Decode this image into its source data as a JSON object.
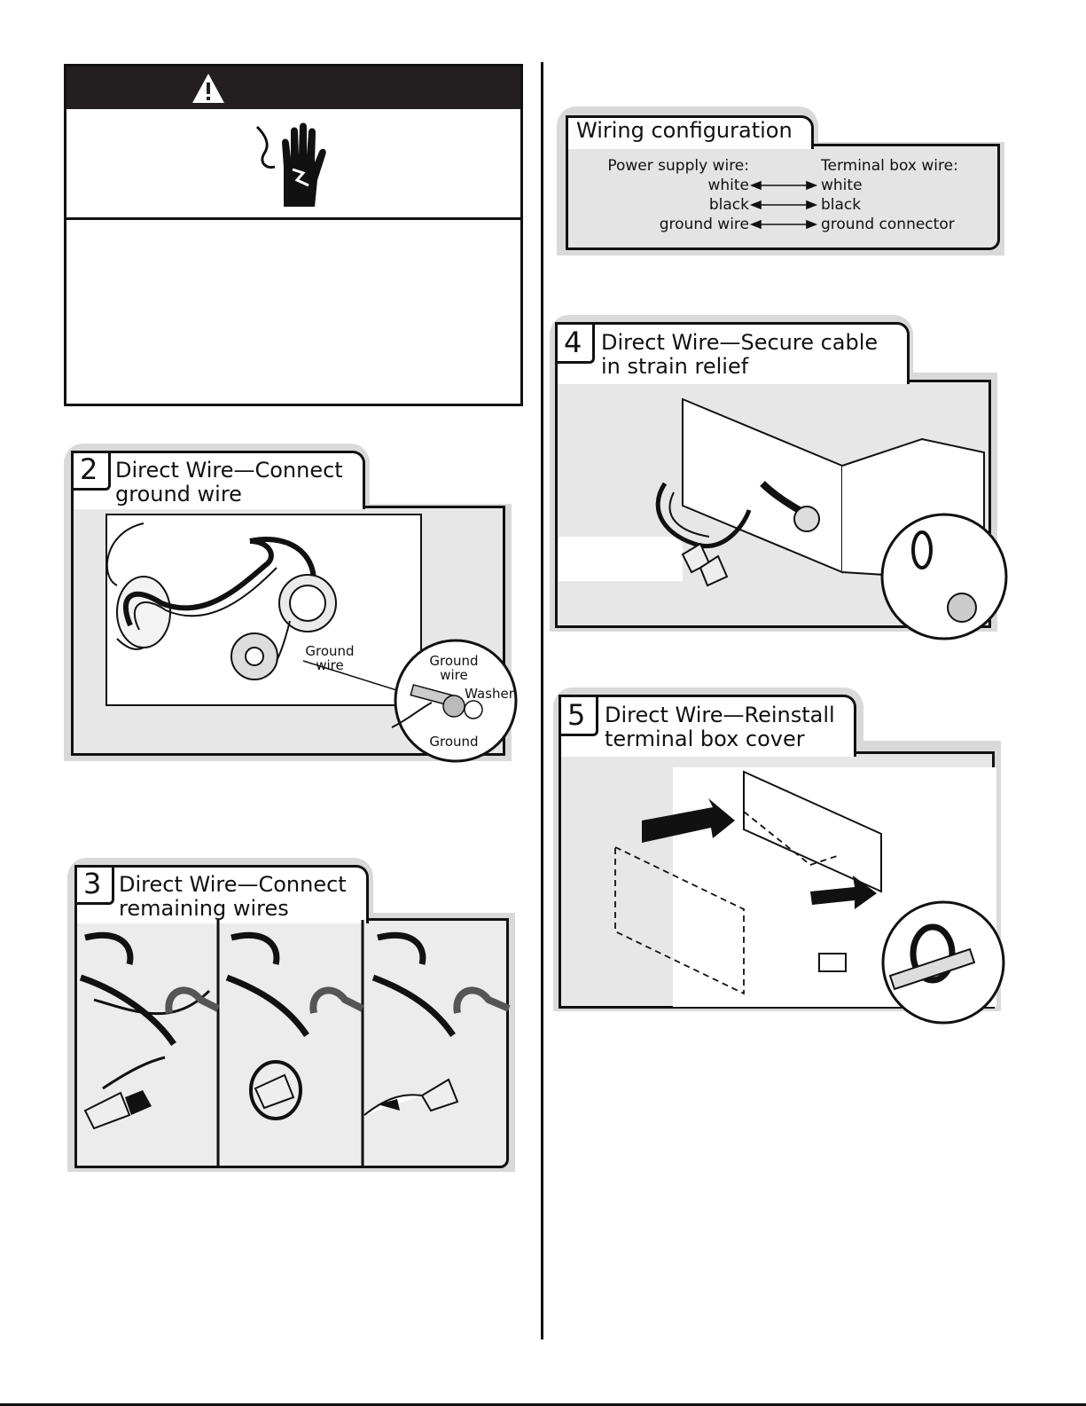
{
  "warning": {
    "icon": "warning-triangle-icon",
    "hazard_icon": "electric-shock-hand-icon"
  },
  "wiring_config": {
    "title": "Wiring configuration",
    "left_header": "Power supply wire:",
    "right_header": "Terminal box wire:",
    "rows": [
      {
        "left": "white",
        "right": "white"
      },
      {
        "left": "black",
        "right": "black"
      },
      {
        "left": "ground wire",
        "right": "ground connector"
      }
    ]
  },
  "steps": [
    {
      "number": "2",
      "title": "Direct Wire—Connect\nground wire",
      "labels": {
        "ground_wire_main": "Ground\nwire",
        "ground_wire_inset": "Ground\nwire",
        "washer": "Washer",
        "ground": "Ground"
      }
    },
    {
      "number": "3",
      "title": "Direct Wire—Connect\nremaining wires"
    },
    {
      "number": "4",
      "title": "Direct Wire—Secure cable\nin strain relief"
    },
    {
      "number": "5",
      "title": "Direct Wire—Reinstall\nterminal box cover"
    }
  ],
  "colors": {
    "panel_bg": "#e7e7e7",
    "ink": "#111111",
    "warning_bar": "#231f20"
  }
}
